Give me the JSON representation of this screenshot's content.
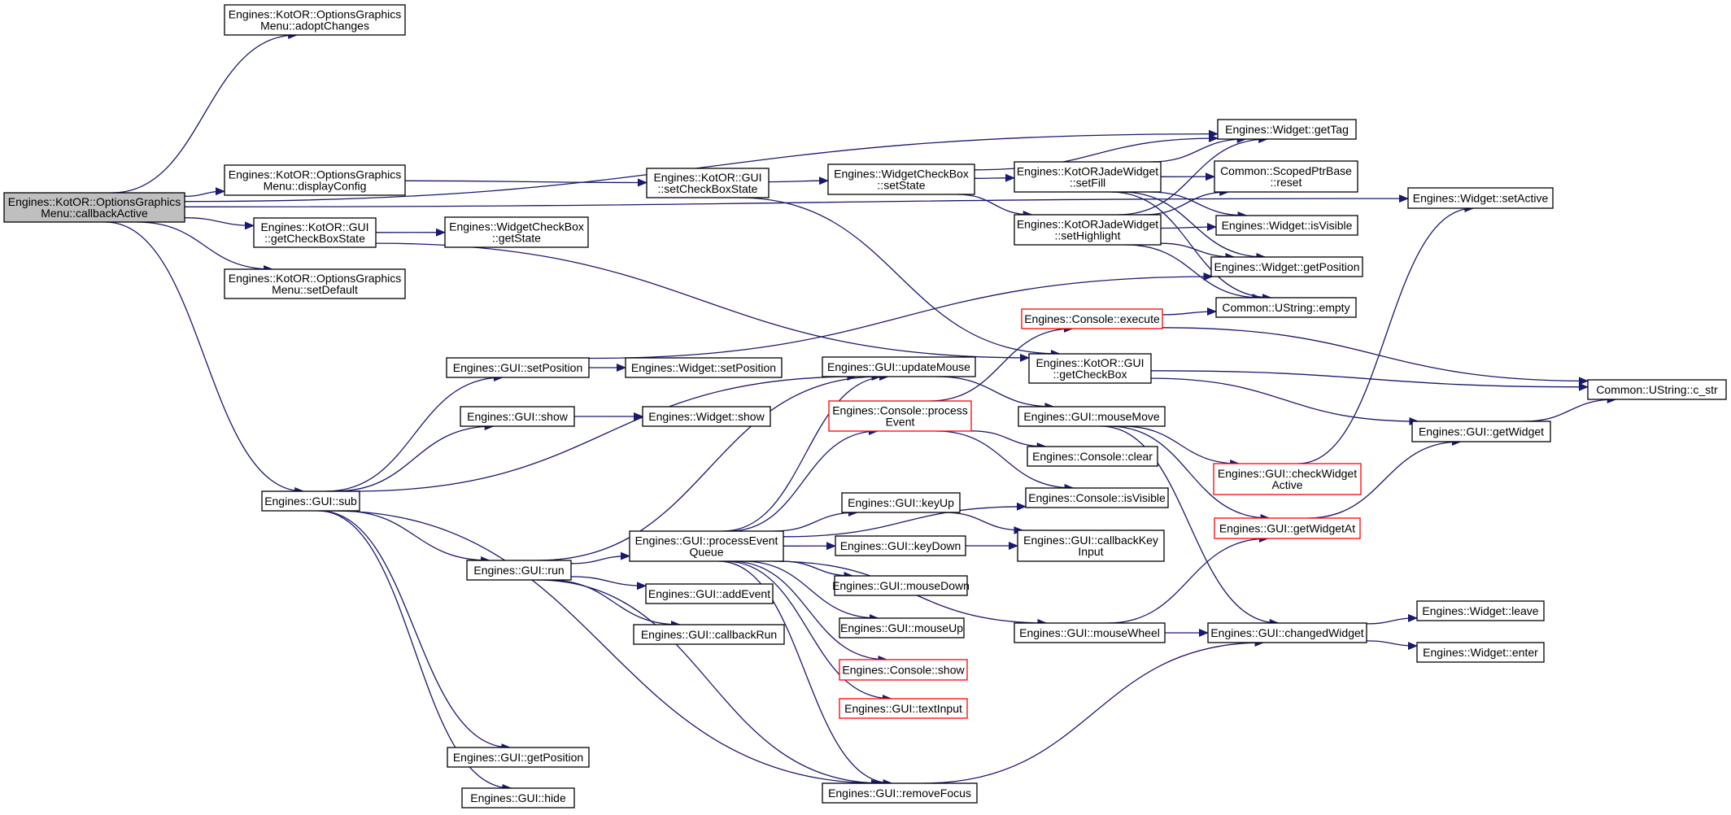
{
  "colors": {
    "edge": "#191970",
    "node_border": "#000000",
    "node_border_truncated": "#ff0000",
    "root_fill": "#bfbfbf",
    "node_fill": "#ffffff"
  },
  "nodes": [
    {
      "id": "root",
      "lines": [
        "Engines::KotOR::OptionsGraphics",
        "Menu::callbackActive"
      ],
      "style": "root"
    },
    {
      "id": "adoptChanges",
      "lines": [
        "Engines::KotOR::OptionsGraphics",
        "Menu::adoptChanges"
      ],
      "style": "normal"
    },
    {
      "id": "displayConfig",
      "lines": [
        "Engines::KotOR::OptionsGraphics",
        "Menu::displayConfig"
      ],
      "style": "normal"
    },
    {
      "id": "getCheckBoxState",
      "lines": [
        "Engines::KotOR::GUI",
        "::getCheckBoxState"
      ],
      "style": "normal"
    },
    {
      "id": "setDefault",
      "lines": [
        "Engines::KotOR::OptionsGraphics",
        "Menu::setDefault"
      ],
      "style": "normal"
    },
    {
      "id": "guiSub",
      "lines": [
        "Engines::GUI::sub"
      ],
      "style": "normal"
    },
    {
      "id": "setCheckBoxState",
      "lines": [
        "Engines::KotOR::GUI",
        "::setCheckBoxState"
      ],
      "style": "normal"
    },
    {
      "id": "wcbGetState",
      "lines": [
        "Engines::WidgetCheckBox",
        "::getState"
      ],
      "style": "normal"
    },
    {
      "id": "wcbSetState",
      "lines": [
        "Engines::WidgetCheckBox",
        "::setState"
      ],
      "style": "normal"
    },
    {
      "id": "kjwSetFill",
      "lines": [
        "Engines::KotORJadeWidget",
        "::setFill"
      ],
      "style": "normal"
    },
    {
      "id": "kjwSetHighlight",
      "lines": [
        "Engines::KotORJadeWidget",
        "::setHighlight"
      ],
      "style": "normal"
    },
    {
      "id": "widgetGetTag",
      "lines": [
        "Engines::Widget::getTag"
      ],
      "style": "normal"
    },
    {
      "id": "scopedReset",
      "lines": [
        "Common::ScopedPtrBase",
        "::reset"
      ],
      "style": "normal"
    },
    {
      "id": "widgetIsVisible",
      "lines": [
        "Engines::Widget::isVisible"
      ],
      "style": "normal"
    },
    {
      "id": "widgetGetPosition",
      "lines": [
        "Engines::Widget::getPosition"
      ],
      "style": "normal"
    },
    {
      "id": "ustringEmpty",
      "lines": [
        "Common::UString::empty"
      ],
      "style": "normal"
    },
    {
      "id": "widgetSetActive",
      "lines": [
        "Engines::Widget::setActive"
      ],
      "style": "normal"
    },
    {
      "id": "consoleExecute",
      "lines": [
        "Engines::Console::execute"
      ],
      "style": "truncated"
    },
    {
      "id": "kotorGetCheckBox",
      "lines": [
        "Engines::KotOR::GUI",
        "::getCheckBox"
      ],
      "style": "normal"
    },
    {
      "id": "ustringCStr",
      "lines": [
        "Common::UString::c_str"
      ],
      "style": "normal"
    },
    {
      "id": "guiSetPosition",
      "lines": [
        "Engines::GUI::setPosition"
      ],
      "style": "normal"
    },
    {
      "id": "widgetSetPosition",
      "lines": [
        "Engines::Widget::setPosition"
      ],
      "style": "normal"
    },
    {
      "id": "guiShow",
      "lines": [
        "Engines::GUI::show"
      ],
      "style": "normal"
    },
    {
      "id": "widgetShow",
      "lines": [
        "Engines::Widget::show"
      ],
      "style": "normal"
    },
    {
      "id": "guiUpdateMouse",
      "lines": [
        "Engines::GUI::updateMouse"
      ],
      "style": "normal"
    },
    {
      "id": "consoleProcessEvent",
      "lines": [
        "Engines::Console::process",
        "Event"
      ],
      "style": "truncated"
    },
    {
      "id": "guiMouseMove",
      "lines": [
        "Engines::GUI::mouseMove"
      ],
      "style": "normal"
    },
    {
      "id": "consoleClear",
      "lines": [
        "Engines::Console::clear"
      ],
      "style": "normal"
    },
    {
      "id": "consoleIsVisible",
      "lines": [
        "Engines::Console::isVisible"
      ],
      "style": "normal"
    },
    {
      "id": "guiGetWidget",
      "lines": [
        "Engines::GUI::getWidget"
      ],
      "style": "normal"
    },
    {
      "id": "guiCheckWidgetActive",
      "lines": [
        "Engines::GUI::checkWidget",
        "Active"
      ],
      "style": "truncated"
    },
    {
      "id": "guiGetWidgetAt",
      "lines": [
        "Engines::GUI::getWidgetAt"
      ],
      "style": "truncated"
    },
    {
      "id": "guiRun",
      "lines": [
        "Engines::GUI::run"
      ],
      "style": "normal"
    },
    {
      "id": "guiProcessEventQueue",
      "lines": [
        "Engines::GUI::processEvent",
        "Queue"
      ],
      "style": "normal"
    },
    {
      "id": "guiKeyUp",
      "lines": [
        "Engines::GUI::keyUp"
      ],
      "style": "normal"
    },
    {
      "id": "guiKeyDown",
      "lines": [
        "Engines::GUI::keyDown"
      ],
      "style": "normal"
    },
    {
      "id": "guiCallbackKeyInput",
      "lines": [
        "Engines::GUI::callbackKey",
        "Input"
      ],
      "style": "normal"
    },
    {
      "id": "guiAddEvent",
      "lines": [
        "Engines::GUI::addEvent"
      ],
      "style": "normal"
    },
    {
      "id": "guiMouseDown",
      "lines": [
        "Engines::GUI::mouseDown"
      ],
      "style": "normal"
    },
    {
      "id": "guiCallbackRun",
      "lines": [
        "Engines::GUI::callbackRun"
      ],
      "style": "normal"
    },
    {
      "id": "guiMouseUp",
      "lines": [
        "Engines::GUI::mouseUp"
      ],
      "style": "normal"
    },
    {
      "id": "consoleShow",
      "lines": [
        "Engines::Console::show"
      ],
      "style": "truncated"
    },
    {
      "id": "guiTextInput",
      "lines": [
        "Engines::GUI::textInput"
      ],
      "style": "truncated"
    },
    {
      "id": "guiMouseWheel",
      "lines": [
        "Engines::GUI::mouseWheel"
      ],
      "style": "normal"
    },
    {
      "id": "guiChangedWidget",
      "lines": [
        "Engines::GUI::changedWidget"
      ],
      "style": "normal"
    },
    {
      "id": "widgetLeave",
      "lines": [
        "Engines::Widget::leave"
      ],
      "style": "normal"
    },
    {
      "id": "widgetEnter",
      "lines": [
        "Engines::Widget::enter"
      ],
      "style": "normal"
    },
    {
      "id": "guiGetPosition",
      "lines": [
        "Engines::GUI::getPosition"
      ],
      "style": "normal"
    },
    {
      "id": "guiHide",
      "lines": [
        "Engines::GUI::hide"
      ],
      "style": "normal"
    },
    {
      "id": "guiRemoveFocus",
      "lines": [
        "Engines::GUI::removeFocus"
      ],
      "style": "normal"
    }
  ],
  "edges": [
    [
      "root",
      "adoptChanges"
    ],
    [
      "root",
      "displayConfig"
    ],
    [
      "root",
      "getCheckBoxState"
    ],
    [
      "root",
      "setDefault"
    ],
    [
      "root",
      "guiSub"
    ],
    [
      "root",
      "widgetGetTag"
    ],
    [
      "root",
      "widgetSetActive"
    ],
    [
      "displayConfig",
      "setCheckBoxState"
    ],
    [
      "getCheckBoxState",
      "wcbGetState"
    ],
    [
      "getCheckBoxState",
      "kotorGetCheckBox"
    ],
    [
      "setCheckBoxState",
      "wcbSetState"
    ],
    [
      "setCheckBoxState",
      "kotorGetCheckBox"
    ],
    [
      "wcbSetState",
      "kjwSetFill"
    ],
    [
      "wcbSetState",
      "kjwSetHighlight"
    ],
    [
      "wcbSetState",
      "widgetGetTag"
    ],
    [
      "kjwSetFill",
      "widgetGetTag"
    ],
    [
      "kjwSetFill",
      "scopedReset"
    ],
    [
      "kjwSetFill",
      "widgetIsVisible"
    ],
    [
      "kjwSetFill",
      "widgetGetPosition"
    ],
    [
      "kjwSetFill",
      "ustringEmpty"
    ],
    [
      "kjwSetHighlight",
      "widgetGetTag"
    ],
    [
      "kjwSetHighlight",
      "scopedReset"
    ],
    [
      "kjwSetHighlight",
      "widgetIsVisible"
    ],
    [
      "kjwSetHighlight",
      "widgetGetPosition"
    ],
    [
      "kjwSetHighlight",
      "ustringEmpty"
    ],
    [
      "consoleExecute",
      "ustringEmpty"
    ],
    [
      "consoleExecute",
      "ustringCStr"
    ],
    [
      "kotorGetCheckBox",
      "ustringCStr"
    ],
    [
      "kotorGetCheckBox",
      "guiGetWidget"
    ],
    [
      "guiGetWidget",
      "ustringCStr"
    ],
    [
      "guiSub",
      "guiSetPosition"
    ],
    [
      "guiSub",
      "guiShow"
    ],
    [
      "guiSub",
      "guiUpdateMouse"
    ],
    [
      "guiSub",
      "guiRun"
    ],
    [
      "guiSub",
      "guiGetPosition"
    ],
    [
      "guiSub",
      "guiHide"
    ],
    [
      "guiSub",
      "guiRemoveFocus"
    ],
    [
      "guiSetPosition",
      "widgetSetPosition"
    ],
    [
      "guiSetPosition",
      "widgetGetPosition"
    ],
    [
      "guiShow",
      "widgetShow"
    ],
    [
      "guiUpdateMouse",
      "guiMouseMove"
    ],
    [
      "consoleProcessEvent",
      "consoleExecute"
    ],
    [
      "consoleProcessEvent",
      "consoleClear"
    ],
    [
      "consoleProcessEvent",
      "consoleIsVisible"
    ],
    [
      "guiMouseMove",
      "guiCheckWidgetActive"
    ],
    [
      "guiMouseMove",
      "guiGetWidgetAt"
    ],
    [
      "guiMouseMove",
      "guiChangedWidget"
    ],
    [
      "guiCheckWidgetActive",
      "widgetSetActive"
    ],
    [
      "guiGetWidgetAt",
      "guiGetWidget"
    ],
    [
      "guiRun",
      "guiProcessEventQueue"
    ],
    [
      "guiRun",
      "guiAddEvent"
    ],
    [
      "guiRun",
      "guiCallbackRun"
    ],
    [
      "guiRun",
      "guiUpdateMouse"
    ],
    [
      "guiRun",
      "guiRemoveFocus"
    ],
    [
      "guiProcessEventQueue",
      "guiUpdateMouse"
    ],
    [
      "guiProcessEventQueue",
      "consoleProcessEvent"
    ],
    [
      "guiProcessEventQueue",
      "consoleIsVisible"
    ],
    [
      "guiProcessEventQueue",
      "guiKeyUp"
    ],
    [
      "guiProcessEventQueue",
      "guiKeyDown"
    ],
    [
      "guiProcessEventQueue",
      "guiMouseDown"
    ],
    [
      "guiProcessEventQueue",
      "guiMouseUp"
    ],
    [
      "guiProcessEventQueue",
      "consoleShow"
    ],
    [
      "guiProcessEventQueue",
      "guiTextInput"
    ],
    [
      "guiProcessEventQueue",
      "guiMouseWheel"
    ],
    [
      "guiProcessEventQueue",
      "guiRemoveFocus"
    ],
    [
      "guiKeyUp",
      "guiCallbackKeyInput"
    ],
    [
      "guiKeyDown",
      "guiCallbackKeyInput"
    ],
    [
      "guiMouseWheel",
      "guiGetWidgetAt"
    ],
    [
      "guiMouseWheel",
      "guiChangedWidget"
    ],
    [
      "guiChangedWidget",
      "widgetLeave"
    ],
    [
      "guiChangedWidget",
      "widgetEnter"
    ],
    [
      "guiRemoveFocus",
      "guiChangedWidget"
    ]
  ]
}
